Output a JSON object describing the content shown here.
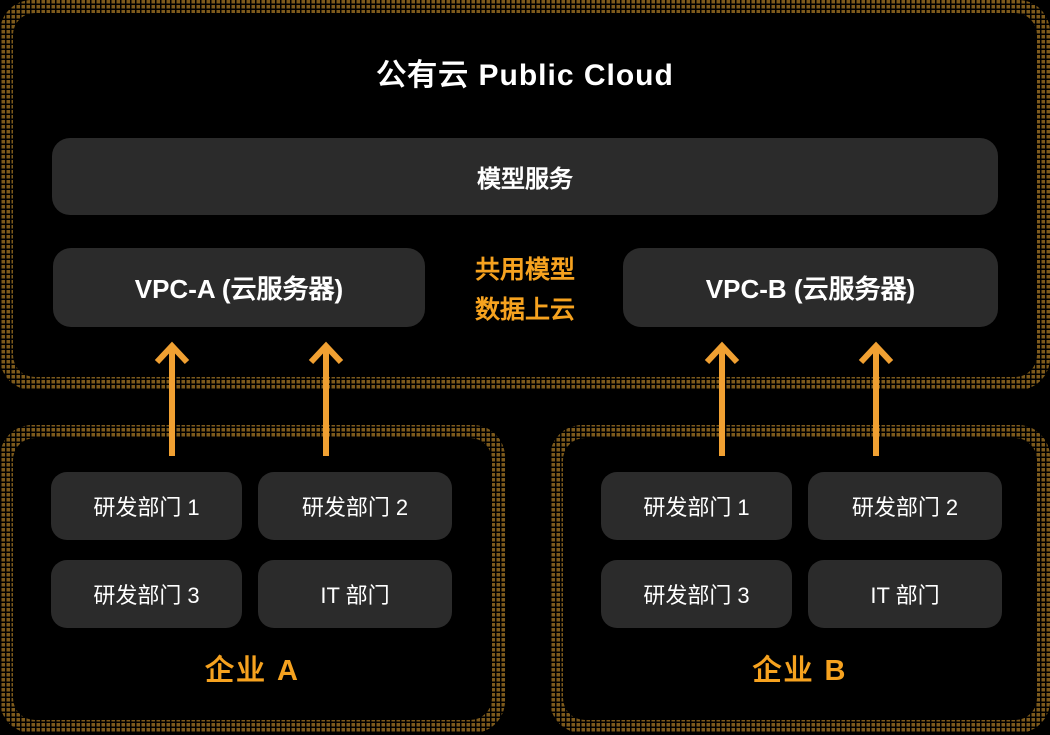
{
  "colors": {
    "page_background": "#000000",
    "node_background": "#2b2b2b",
    "node_text": "#ffffff",
    "accent_orange": "#f6a21f",
    "arrow_orange": "#f0a032",
    "frame_gold": "#7d5a1c"
  },
  "public_cloud": {
    "title": "公有云 Public Cloud",
    "model_service": {
      "label": "模型服务"
    },
    "vpc_a": {
      "label": "VPC-A (云服务器)"
    },
    "vpc_b": {
      "label": "VPC-B (云服务器)"
    },
    "annotation": {
      "line1": "共用模型",
      "line2": "数据上云"
    }
  },
  "enterprise_a": {
    "label": "企业 A",
    "departments": [
      "研发部门 1",
      "研发部门 2",
      "研发部门 3",
      "IT 部门"
    ]
  },
  "enterprise_b": {
    "label": "企业 B",
    "departments": [
      "研发部门 1",
      "研发部门 2",
      "研发部门 3",
      "IT 部门"
    ]
  },
  "icons": {
    "arrow_up": "chevron-up-arrow"
  }
}
